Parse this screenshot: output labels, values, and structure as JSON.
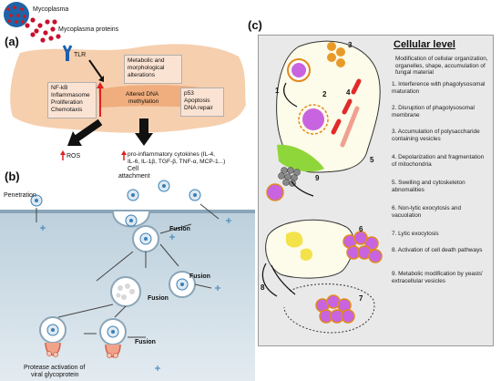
{
  "panel_a": {
    "label": "(a)",
    "mycoplasma": "Mycoplasma",
    "mycoplasma_proteins": "Mycoplasma proteins",
    "tlr": "TLR",
    "metabolic": [
      "Metabolic and",
      "morphological",
      "alterations"
    ],
    "left_box": [
      "NF-kB",
      "Inflammasome",
      "Proliferation",
      "Chemotaxis"
    ],
    "dna": [
      "Altered DNA",
      "methylation"
    ],
    "right_box": [
      "p53",
      "Apoptosis",
      "DNA repair"
    ],
    "ros": "ROS",
    "cytokines": [
      "pro-inflammatory cytokines (IL-4,",
      "IL-6, IL-1β, TGF-β, TNF-α, MCP-1...)"
    ]
  },
  "panel_b": {
    "label": "(b)",
    "cell_attachment": [
      "Cell",
      "attachment"
    ],
    "penetration": "Penetration",
    "fusion": "Fusion",
    "protease": [
      "Protease activation of",
      "viral glycoprotein"
    ]
  },
  "panel_c": {
    "label": "(c)",
    "title": "Cellular level",
    "intro": "Modification of cellular organization, organelles, shape, accumulation of fungal material",
    "items": [
      "1. Interference with phagolysosomal maturation",
      "2. Disruption of phagolysosomal membrane",
      "3. Accumulation of polysaccharide containing vesicles",
      "4. Depolarization and fragmentation of mitochondria",
      "5. Swelling and cytoskeleton abnomalities",
      "6. Non-lytic exocytosis and vacuolation",
      "7. Lytic exocytosis",
      "8. Activation of cell death pathways",
      "9. Metabolic modification by yeasts' extracellular vesicles"
    ],
    "numbers": [
      "1",
      "2",
      "3",
      "4",
      "5",
      "6",
      "7",
      "8",
      "9"
    ]
  },
  "colors": {
    "cell_orange": "#f6cfae",
    "mycoplasma_red": "#c8102e",
    "arrow_black": "#111111",
    "up_red": "#e02020",
    "down_green": "#2e9a2e",
    "yeast_purple": "#c864e0",
    "yeast_orange": "#e08a1e",
    "mito_red": "#e22a2a",
    "vesicle_yellow": "#f3e24a",
    "green_er": "#8fd63a",
    "panel_gray": "#e9e9e9",
    "virus_blue": "#3a7fb5"
  }
}
